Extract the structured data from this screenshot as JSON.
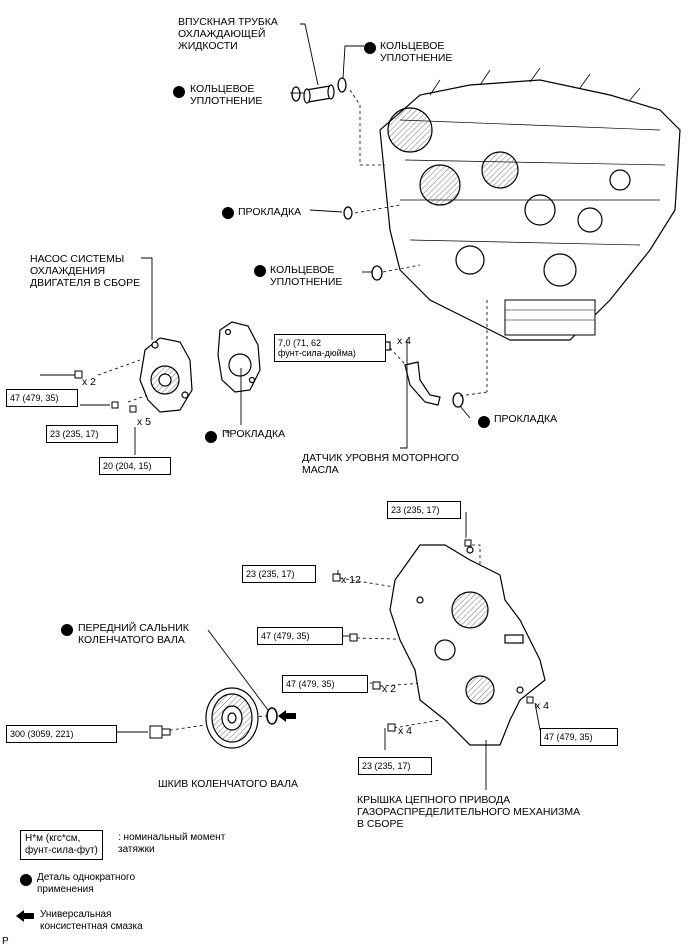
{
  "labels": {
    "inlet_pipe": "ВПУСКНАЯ ТРУБКА\nОХЛАЖДАЮЩЕЙ\nЖИДКОСТИ",
    "oring_top_right": "КОЛЬЦЕВОЕ\nУПЛОТНЕНИЕ",
    "oring_top_left": "КОЛЬЦЕВОЕ\nУПЛОТНЕНИЕ",
    "gasket_mid": "ПРОКЛАДКА",
    "oring_mid": "КОЛЬЦЕВОЕ\nУПЛОТНЕНИЕ",
    "water_pump": "НАСОС СИСТЕМЫ\nОХЛАЖДЕНИЯ\nДВИГАТЕЛЯ В СБОРЕ",
    "gasket_pump": "ПРОКЛАДКА",
    "gasket_sensor": "ПРОКЛАДКА",
    "oil_level_sensor": "ДАТЧИК УРОВНЯ МОТОРНОГО\nМАСЛА",
    "front_seal": "ПЕРЕДНИЙ САЛЬНИК\nКОЛЕНЧАТОГО ВАЛА",
    "pulley": "ШКИВ КОЛЕНЧАТОГО ВАЛА",
    "chain_cover": "КРЫШКА ЦЕПНОГО ПРИВОДА\nГАЗОРАСПРЕДЕЛИТЕЛЬНОГО МЕХАНИЗМА\nВ СБОРЕ"
  },
  "torques": {
    "sensor": "7,0 (71, 62\nфунт-сила-дюйма)",
    "pump_a": "47 (479, 35)",
    "pump_b": "23 (235, 17)",
    "pump_c": "20 (204, 15)",
    "cover_top": "23 (235, 17)",
    "cover_a": "23 (235, 17)",
    "cover_b": "47 (479, 35)",
    "cover_c": "47 (479, 35)",
    "pulley_bolt": "300 (3059, 221)",
    "cover_bottom": "23 (235, 17)",
    "cover_right": "47 (479, 35)"
  },
  "quantities": {
    "sensor": "x 4",
    "pump_a": "x 2",
    "pump_b": "x 5",
    "cover_a": "x 12",
    "cover_c": "x 2",
    "cover_bottom": "x 4",
    "cover_right": "x 4"
  },
  "legend": {
    "torque_unit": "Н*м (кгс*см,\nфунт-сила-фут)",
    "torque_desc": ": номинальный момент\nзатяжки",
    "nonreusable": "Деталь однократного\nприменения",
    "grease": "Универсальная\nконсистентная смазка"
  },
  "footer": {
    "code": "P"
  },
  "icons": [
    "non-reusable-dot-icon",
    "grease-arrow-icon"
  ]
}
